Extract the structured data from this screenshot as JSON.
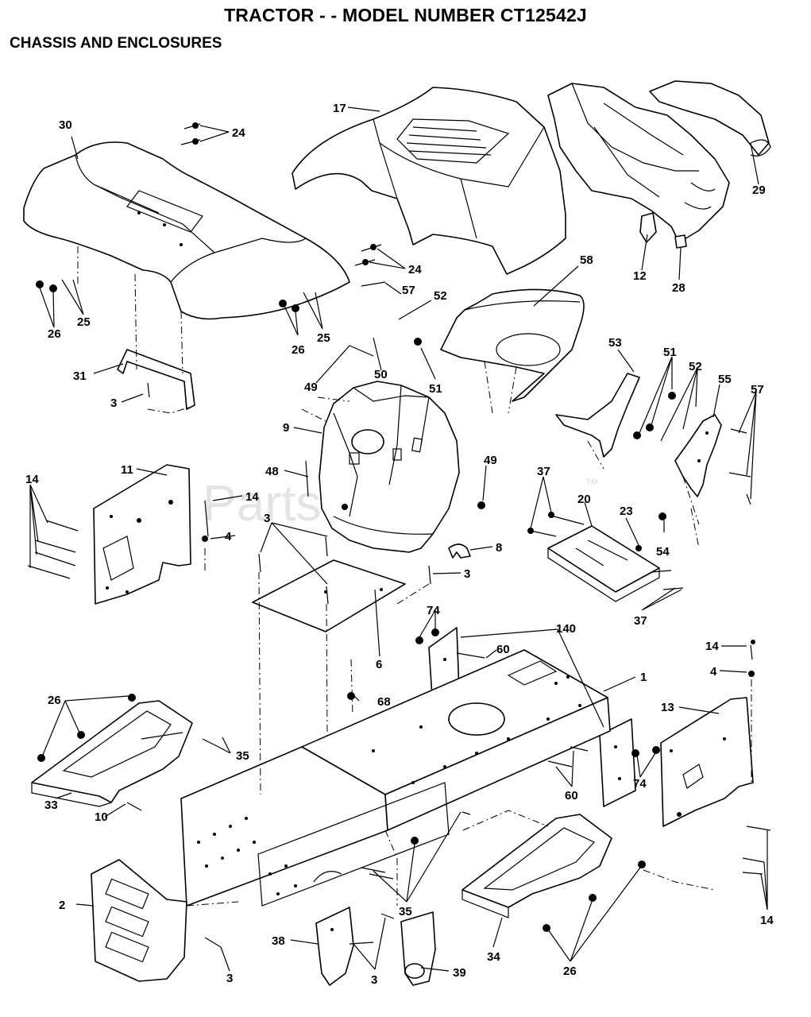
{
  "title": "TRACTOR - - MODEL NUMBER CT12542J",
  "subtitle": "CHASSIS AND ENCLOSURES",
  "watermark": "PartsTree",
  "watermark_tm": "TM",
  "callouts": {
    "p30": "30",
    "p24a": "24",
    "p17": "17",
    "p29": "29",
    "p24b": "24",
    "p26a": "26",
    "p25a": "25",
    "p26b": "26",
    "p25b": "25",
    "p12": "12",
    "p28": "28",
    "p58": "58",
    "p57a": "57",
    "p52a": "52",
    "p31": "31",
    "p3a": "3",
    "p49a": "49",
    "p50": "50",
    "p51a": "51",
    "p53": "53",
    "p51b": "51",
    "p52b": "52",
    "p55": "55",
    "p57b": "57",
    "p9": "9",
    "p11": "11",
    "p14a": "14",
    "p48": "48",
    "p49b": "49",
    "p14b": "14",
    "p4a": "4",
    "p3b": "3",
    "p37a": "37",
    "p20": "20",
    "p23": "23",
    "p8": "8",
    "p54": "54",
    "p3c": "3",
    "p37b": "37",
    "p74a": "74",
    "p140": "140",
    "p60a": "60",
    "p6": "6",
    "p14c": "14",
    "p4b": "4",
    "p1": "1",
    "p68": "68",
    "p26c": "26",
    "p13": "13",
    "p35a": "35",
    "p33": "33",
    "p10": "10",
    "p60b": "60",
    "p74b": "74",
    "p2": "2",
    "p35b": "35",
    "p38": "38",
    "p3d": "3",
    "p39": "39",
    "p34": "34",
    "p26d": "26",
    "p3e": "3",
    "p14d": "14"
  }
}
